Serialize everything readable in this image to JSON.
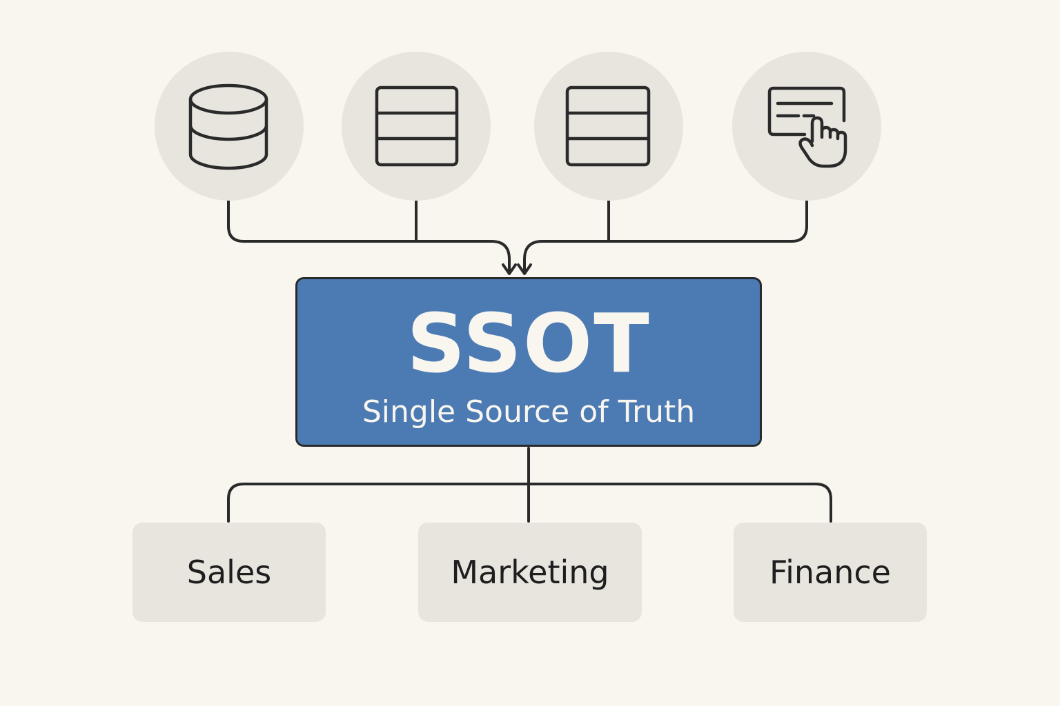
{
  "diagram": {
    "sources": [
      {
        "icon": "database-icon"
      },
      {
        "icon": "table-icon"
      },
      {
        "icon": "table-icon"
      },
      {
        "icon": "form-click-icon"
      }
    ],
    "hub": {
      "title": "SSOT",
      "subtitle": "Single Source of Truth"
    },
    "targets": [
      {
        "label": "Sales"
      },
      {
        "label": "Marketing"
      },
      {
        "label": "Finance"
      }
    ]
  },
  "colors": {
    "background": "#f9f6f0",
    "circle_fill": "#e8e5df",
    "hub_fill": "#4c7bb4",
    "stroke": "#2a2a2a",
    "target_fill": "#e8e5df"
  }
}
